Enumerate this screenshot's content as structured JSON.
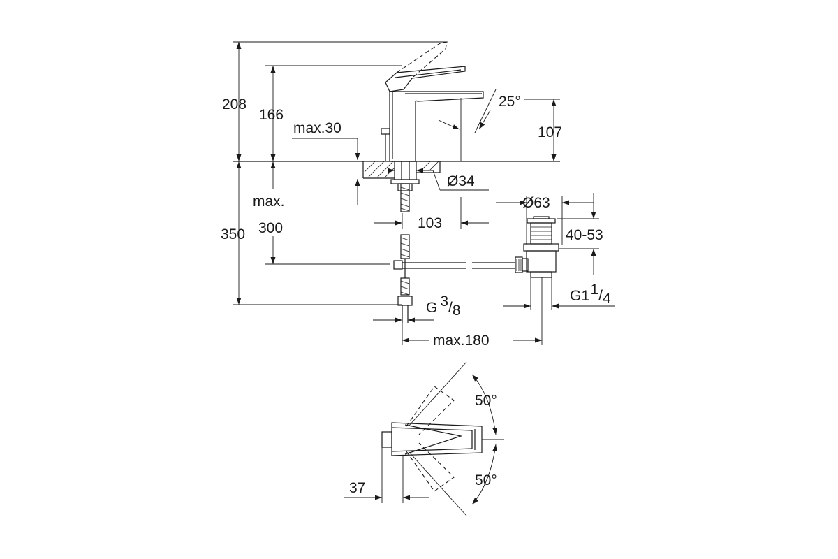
{
  "dimensions": {
    "total_height": "208",
    "body_height": "166",
    "spout_height": "107",
    "spout_angle": "25°",
    "max_thickness": "max.30",
    "hole_diameter": "Ø34",
    "below_max": "max.",
    "below_300": "300",
    "below_350": "350",
    "spout_reach": "103",
    "waste_diameter": "Ø63",
    "waste_range": "40-53",
    "waste_thread_main": "G1",
    "waste_thread_num": "1",
    "waste_thread_den": "4",
    "supply_thread_main": "G",
    "supply_thread_num": "3",
    "supply_thread_den": "8",
    "waste_reach": "max.180",
    "rotation_upper": "50°",
    "rotation_lower": "50°",
    "base_width": "37"
  }
}
